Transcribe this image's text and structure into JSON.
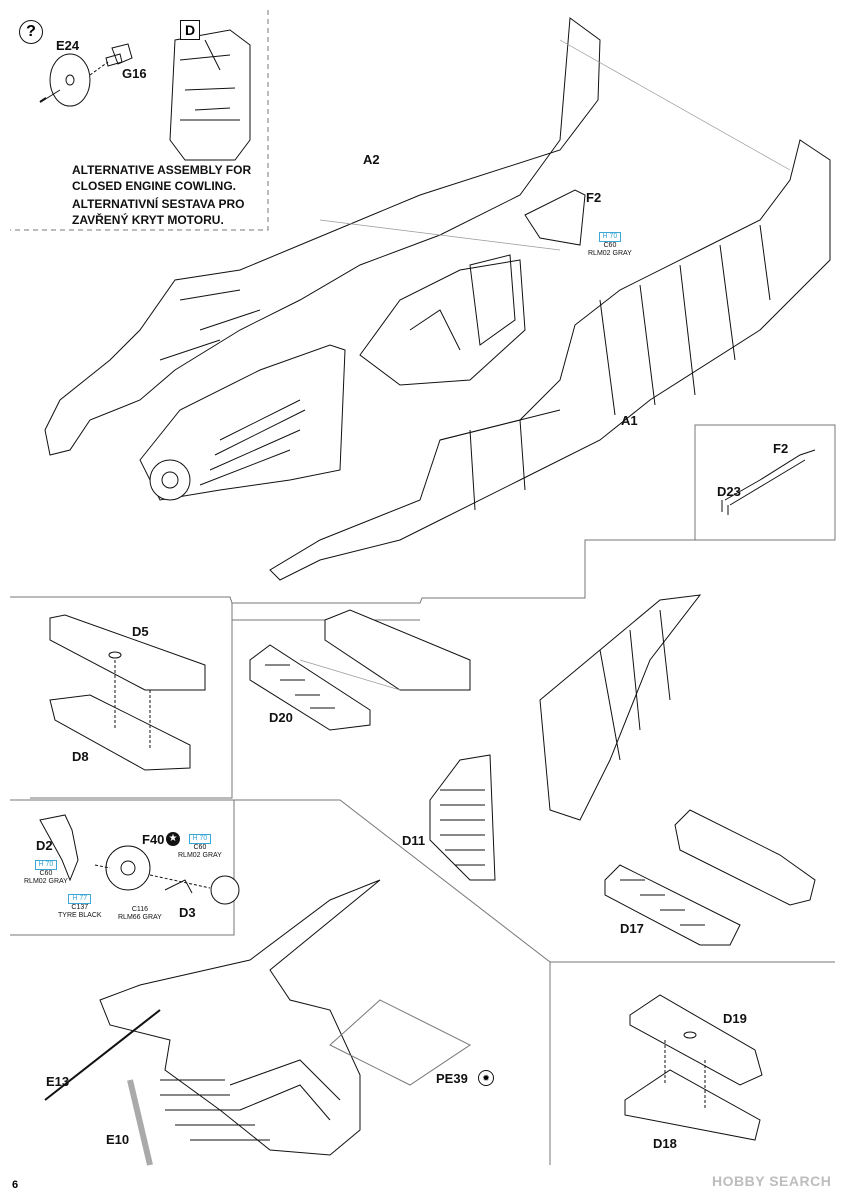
{
  "page_number": "6",
  "watermark": "HOBBY SEARCH",
  "help_icon": "?",
  "option_box": "D",
  "alt_assembly_note": {
    "line1": "ALTERNATIVE ASSEMBLY FOR",
    "line2": "CLOSED ENGINE COWLING.",
    "line3": "ALTERNATIVNÍ SESTAVA PRO",
    "line4": "ZAVŘENÝ KRYT MOTORU."
  },
  "parts": {
    "E24": "E24",
    "G16": "G16",
    "A2": "A2",
    "F2": "F2",
    "A1": "A1",
    "F2_inset": "F2",
    "D23": "D23",
    "D5": "D5",
    "D8": "D8",
    "D20": "D20",
    "D11": "D11",
    "D17": "D17",
    "D2": "D2",
    "F40": "F40",
    "D3": "D3",
    "E13": "E13",
    "E10": "E10",
    "PE39": "PE39",
    "D19": "D19",
    "D18": "D18"
  },
  "paint_codes": {
    "f2": {
      "h": "H 70",
      "c": "C60",
      "name": "RLM02 GRAY"
    },
    "d2": {
      "h": "H 70",
      "c": "C60",
      "name": "RLM02 GRAY"
    },
    "f40": {
      "h": "H 70",
      "c": "C60",
      "name": "RLM02 GRAY"
    },
    "tyre": {
      "h": "H 77",
      "c": "C137",
      "name": "TYRE BLACK"
    },
    "wheel": {
      "c": "C116",
      "name": "RLM66 GRAY"
    }
  },
  "colors": {
    "ink": "#111111",
    "paint_code": "#3aa7d8",
    "guide": "#777777",
    "watermark": "#bdbdbd"
  }
}
